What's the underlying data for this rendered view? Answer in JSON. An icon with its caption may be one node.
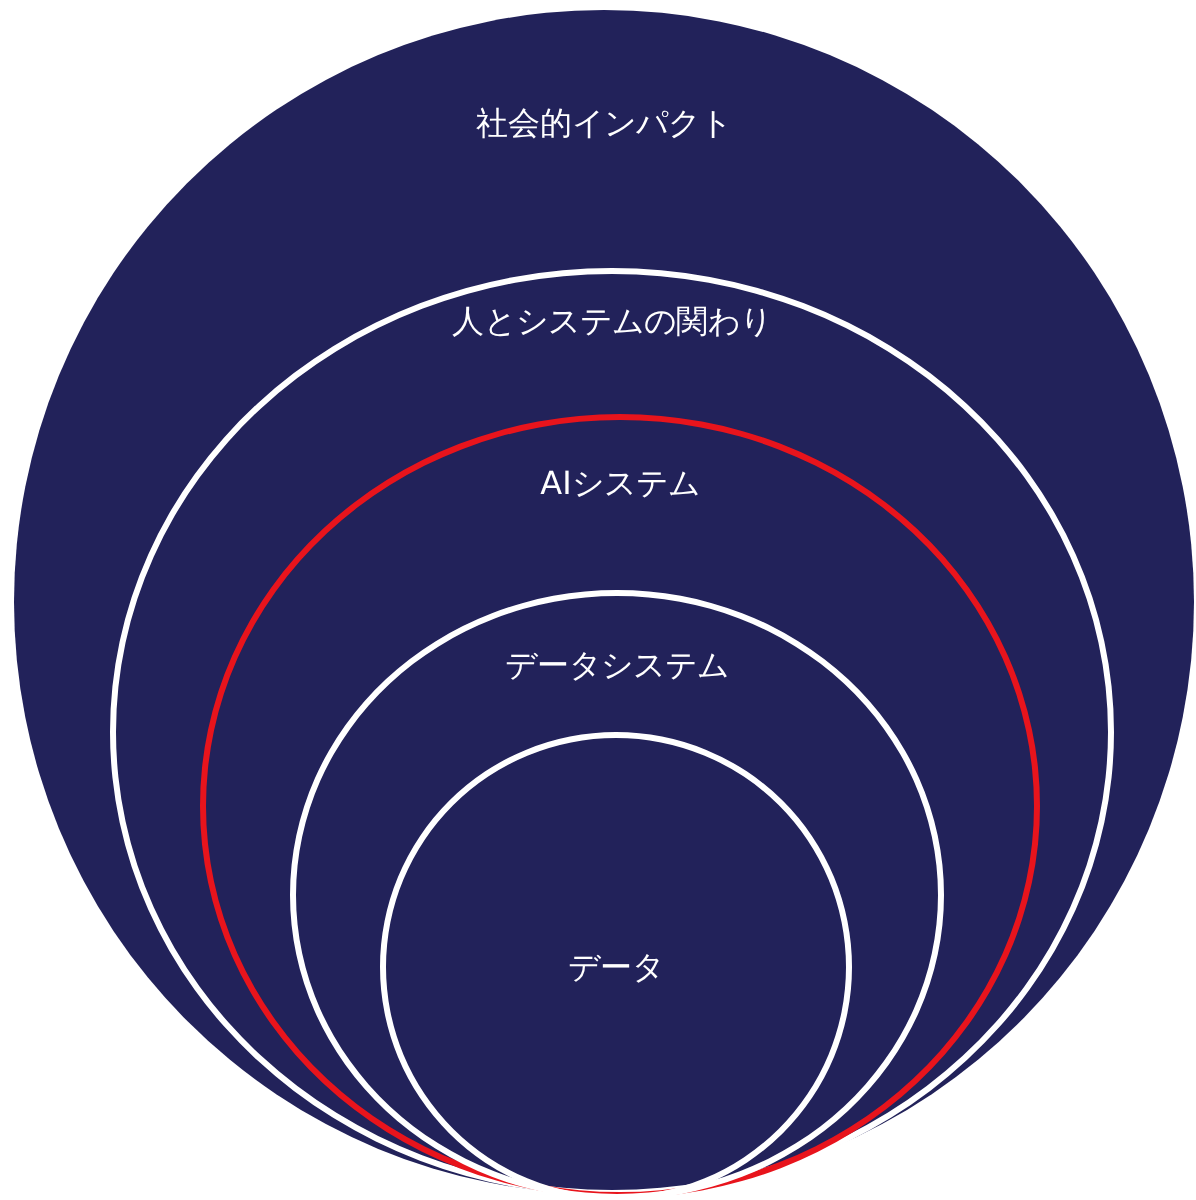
{
  "diagram": {
    "nodes": [
      {
        "text": [
          "社会的インパクト"
        ]
      },
      {
        "text": [
          "人とシステムの関わり"
        ],
        "in": 0
      },
      {
        "text": [
          "AIシステム"
        ],
        "in": 1
      },
      {
        "text": [
          "データシステム"
        ],
        "in": 2
      },
      {
        "text": [
          "データ"
        ],
        "in": 3
      }
    ]
  }
}
